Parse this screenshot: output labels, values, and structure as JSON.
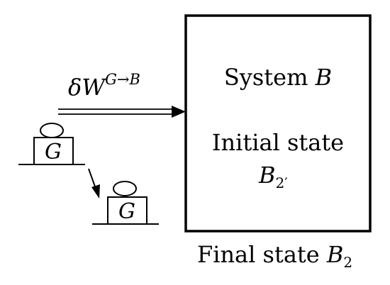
{
  "system_box": {
    "title_text": "System ",
    "title_var": "B",
    "state_line": "Initial state",
    "state_var": "B",
    "state_sub": "2′"
  },
  "work_arrow": {
    "delta": "δ",
    "var": "W",
    "superscript": "G→B"
  },
  "weight_upper": {
    "label": "G"
  },
  "weight_lower": {
    "label": "G"
  },
  "final_state": {
    "text": "Final state ",
    "var": "B",
    "sub": "2"
  },
  "colors": {
    "ink": "#000000",
    "background": "#ffffff"
  }
}
